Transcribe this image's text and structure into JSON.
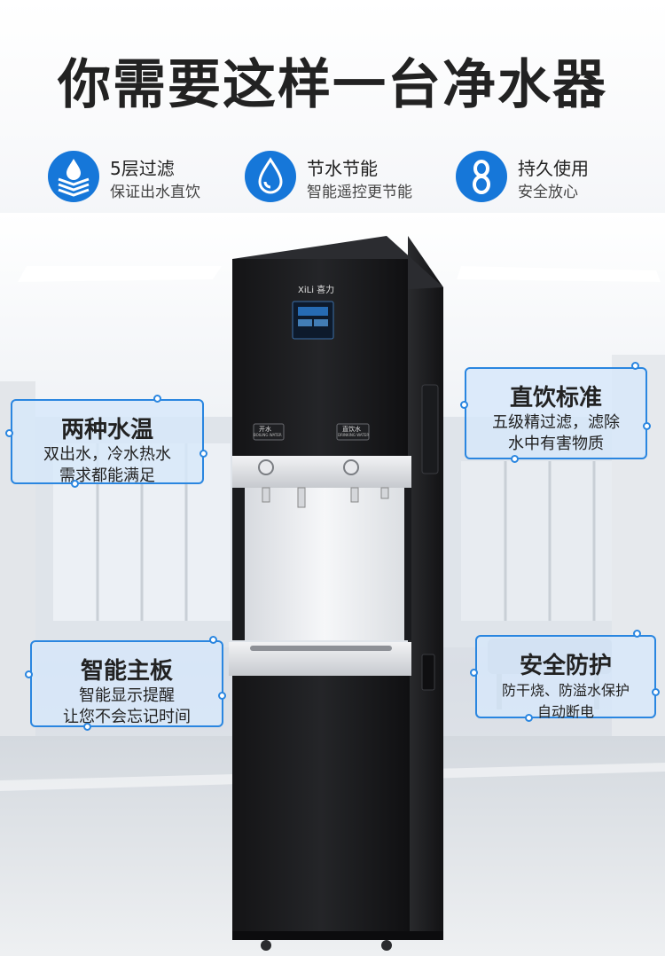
{
  "title": "你需要这样一台净水器",
  "features": [
    {
      "icon": "water-layers-icon",
      "title": "5层过滤",
      "desc": "保证出水直饮"
    },
    {
      "icon": "water-drop-icon",
      "title": "节水节能",
      "desc": "智能遥控更节能"
    },
    {
      "icon": "infinity-icon",
      "title": "持久使用",
      "desc": "安全放心"
    }
  ],
  "callouts": {
    "temp": {
      "title": "两种水温",
      "lines": [
        "双出水，冷水热水",
        "需求都能满足"
      ]
    },
    "direct": {
      "title": "直饮标准",
      "lines": [
        "五级精过滤，滤除",
        "水中有害物质"
      ]
    },
    "board": {
      "title": "智能主板",
      "lines": [
        "智能显示提醒",
        "让您不会忘记时间"
      ]
    },
    "safety": {
      "title": "安全防护",
      "lines": [
        "防干烧、防溢水保护",
        "自动断电"
      ]
    }
  },
  "machine": {
    "brand": "XiLi 喜力",
    "left_tap_label": "开水",
    "left_tap_sub": "BOILING WATER",
    "right_tap_label": "直饮水",
    "right_tap_sub": "DRINKING WATER"
  },
  "colors": {
    "accent": "#1677d9",
    "card_border": "#2a86e0",
    "machine_body": "#1b1b1d"
  }
}
